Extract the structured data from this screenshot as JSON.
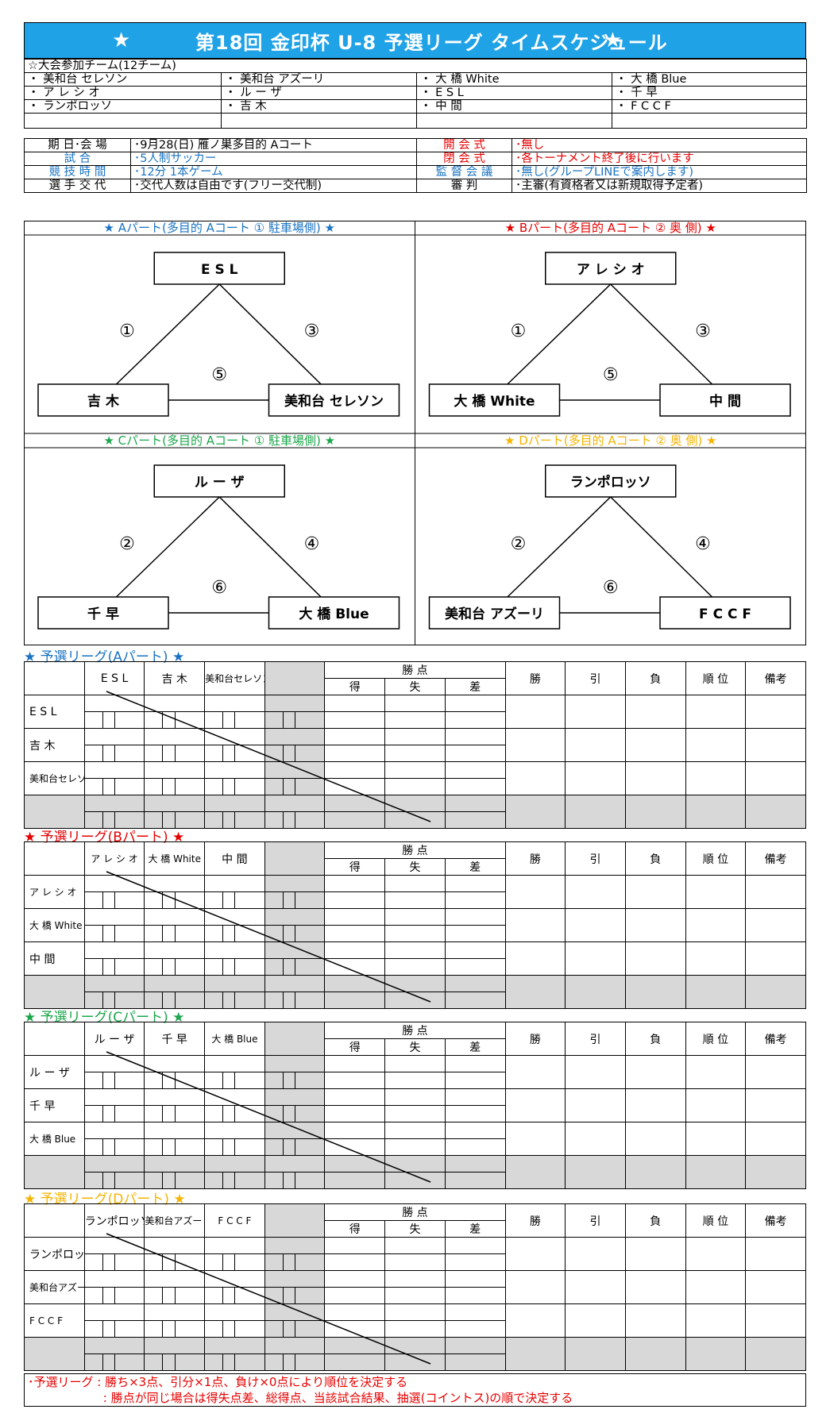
{
  "title": {
    "star": "★",
    "text": "第18回 金印杯 U-8 予選リーグ タイムスケジュール"
  },
  "participants": {
    "heading": "☆大会参加チーム(12チーム)",
    "rows": [
      [
        "・ 美和台 セレソン",
        "・ 美和台 アズーリ",
        "・ 大 橋 White",
        "・ 大 橋 Blue"
      ],
      [
        "・ ア レ シ オ",
        "・ ル ー ザ",
        "・ E S L",
        "・ 千 早"
      ],
      [
        "・ ランポロッソ",
        "・ 吉 木",
        "・ 中 間",
        "・ F C C F"
      ]
    ]
  },
  "info": {
    "rows": [
      {
        "label": "期 日･会 場",
        "value": "･9月28(日) 雁ノ巣多目的 Aコート",
        "label2": "開 会 式",
        "value2": "･無し",
        "c1": "",
        "c2": "red"
      },
      {
        "label": "試 合",
        "value": "･5人制サッカー",
        "label2": "閉 会 式",
        "value2": "･各トーナメント終了後に行います",
        "c1": "blue",
        "c2": "red"
      },
      {
        "label": "競 技 時 間",
        "value": "･12分 1本ゲーム",
        "label2": "監 督 会 議",
        "value2": "･無し(グループLINEで案内します)",
        "c1": "blue",
        "c2": "blue"
      },
      {
        "label": "選 手 交 代",
        "value": "･交代人数は自由です(フリー交代制)",
        "label2": "審 判",
        "value2": "･主審(有資格者又は新規取得予定者)",
        "c1": "",
        "c2": ""
      }
    ]
  },
  "parts": [
    {
      "label": "★ Aパート(多目的 Aコート ① 駐車場側) ★",
      "color": "#1a73c2",
      "top": "E S L",
      "left": "吉 木",
      "right": "美和台 セレソン",
      "n1": "①",
      "n2": "③",
      "n3": "⑤"
    },
    {
      "label": "★ Bパート(多目的 Aコート ② 奥 側) ★",
      "color": "#e60000",
      "top": "ア レ シ オ",
      "left": "大 橋 White",
      "right": "中 間",
      "n1": "①",
      "n2": "③",
      "n3": "⑤"
    },
    {
      "label": "★ Cパート(多目的 Aコート ① 駐車場側) ★",
      "color": "#1aa64a",
      "top": "ル ー ザ",
      "left": "千 早",
      "right": "大 橋 Blue",
      "n1": "②",
      "n2": "④",
      "n3": "⑥"
    },
    {
      "label": "★ Dパート(多目的 Aコート ② 奥 側) ★",
      "color": "#f5b400",
      "top": "ランポロッソ",
      "left": "美和台 アズーリ",
      "right": "F C C F",
      "n1": "②",
      "n2": "④",
      "n3": "⑥"
    }
  ],
  "league_headers": {
    "points": "勝 点",
    "tok": "得",
    "shitsu": "失",
    "sa": "差",
    "win": "勝",
    "draw": "引",
    "lose": "負",
    "rank": "順 位",
    "note": "備考"
  },
  "leagues": [
    {
      "title": "★ 予選リーグ(Aパート) ★",
      "color": "#1a73c2",
      "teams": [
        "E S L",
        "吉 木",
        "美和台セレソン"
      ]
    },
    {
      "title": "★ 予選リーグ(Bパート) ★",
      "color": "#e60000",
      "teams": [
        "ア レ シ オ",
        "大 橋 White",
        "中 間"
      ]
    },
    {
      "title": "★ 予選リーグ(Cパート) ★",
      "color": "#1aa64a",
      "teams": [
        "ル ー ザ",
        "千 早",
        "大 橋 Blue"
      ]
    },
    {
      "title": "★ 予選リーグ(Dパート) ★",
      "color": "#f5b400",
      "teams": [
        "ランポロッソ",
        "美和台アズーリ",
        "F C C F"
      ]
    }
  ],
  "notes": [
    "･予選リーグ : 勝ち×3点、引分×1点、負け×0点により順位を決定する",
    "　　　　　　 : 勝点が同じ場合は得失点差、総得点、当該試合結果、抽選(コイントス)の順で決定する"
  ]
}
